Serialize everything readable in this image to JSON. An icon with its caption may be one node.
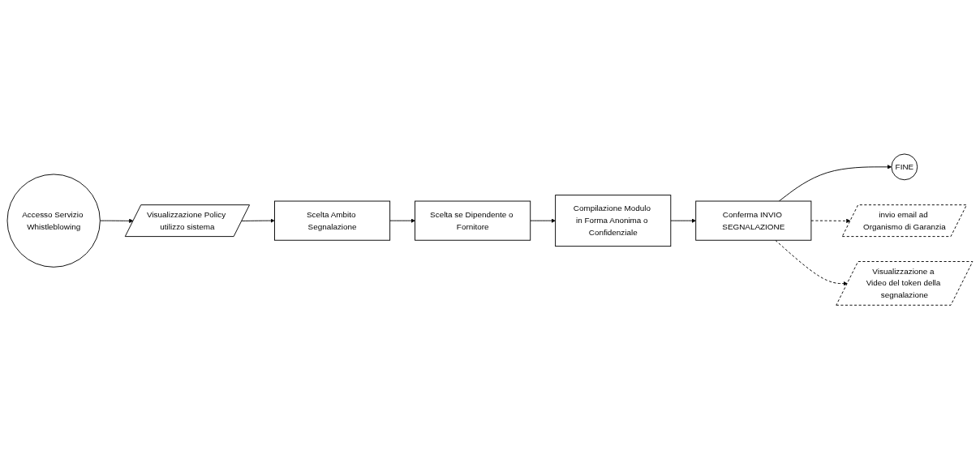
{
  "diagram": {
    "nodes": [
      {
        "text": [
          "Accesso Servizio Whistleblowing"
        ]
      },
      {
        "text": [
          "Visualizzazione Policy utilizzo sistema"
        ]
      },
      {
        "text": [
          "Scelta Ambito Segnalazione"
        ]
      },
      {
        "text": [
          "Scelta se Dipendente o Fornitore"
        ]
      },
      {
        "text": [
          "Compilazione Modulo in Forma Anonima o Confidenziale"
        ]
      },
      {
        "text": [
          "Conferma INVIO SEGNALAZIONE"
        ]
      },
      {
        "text": [
          "FINE"
        ]
      },
      {
        "text": [
          "invio email ad Organismo di Garanzia"
        ]
      },
      {
        "text": [
          "Visualizzazione a Video del token della segnalazione"
        ]
      }
    ],
    "edges": [
      {
        "from": 0,
        "to": 1,
        "arrow": "to"
      },
      {
        "from": 1,
        "to": 2,
        "arrow": "to"
      },
      {
        "from": 2,
        "to": 3,
        "arrow": "to"
      },
      {
        "from": 3,
        "to": 4,
        "arrow": "to"
      },
      {
        "from": 4,
        "to": 5,
        "arrow": "to"
      },
      {
        "from": 5,
        "to": 6,
        "arrow": "to"
      },
      {
        "from": 5,
        "to": 7,
        "arrow": "to",
        "style": "dashed"
      },
      {
        "from": 5,
        "to": 8,
        "arrow": "to",
        "style": "dashed"
      }
    ]
  }
}
